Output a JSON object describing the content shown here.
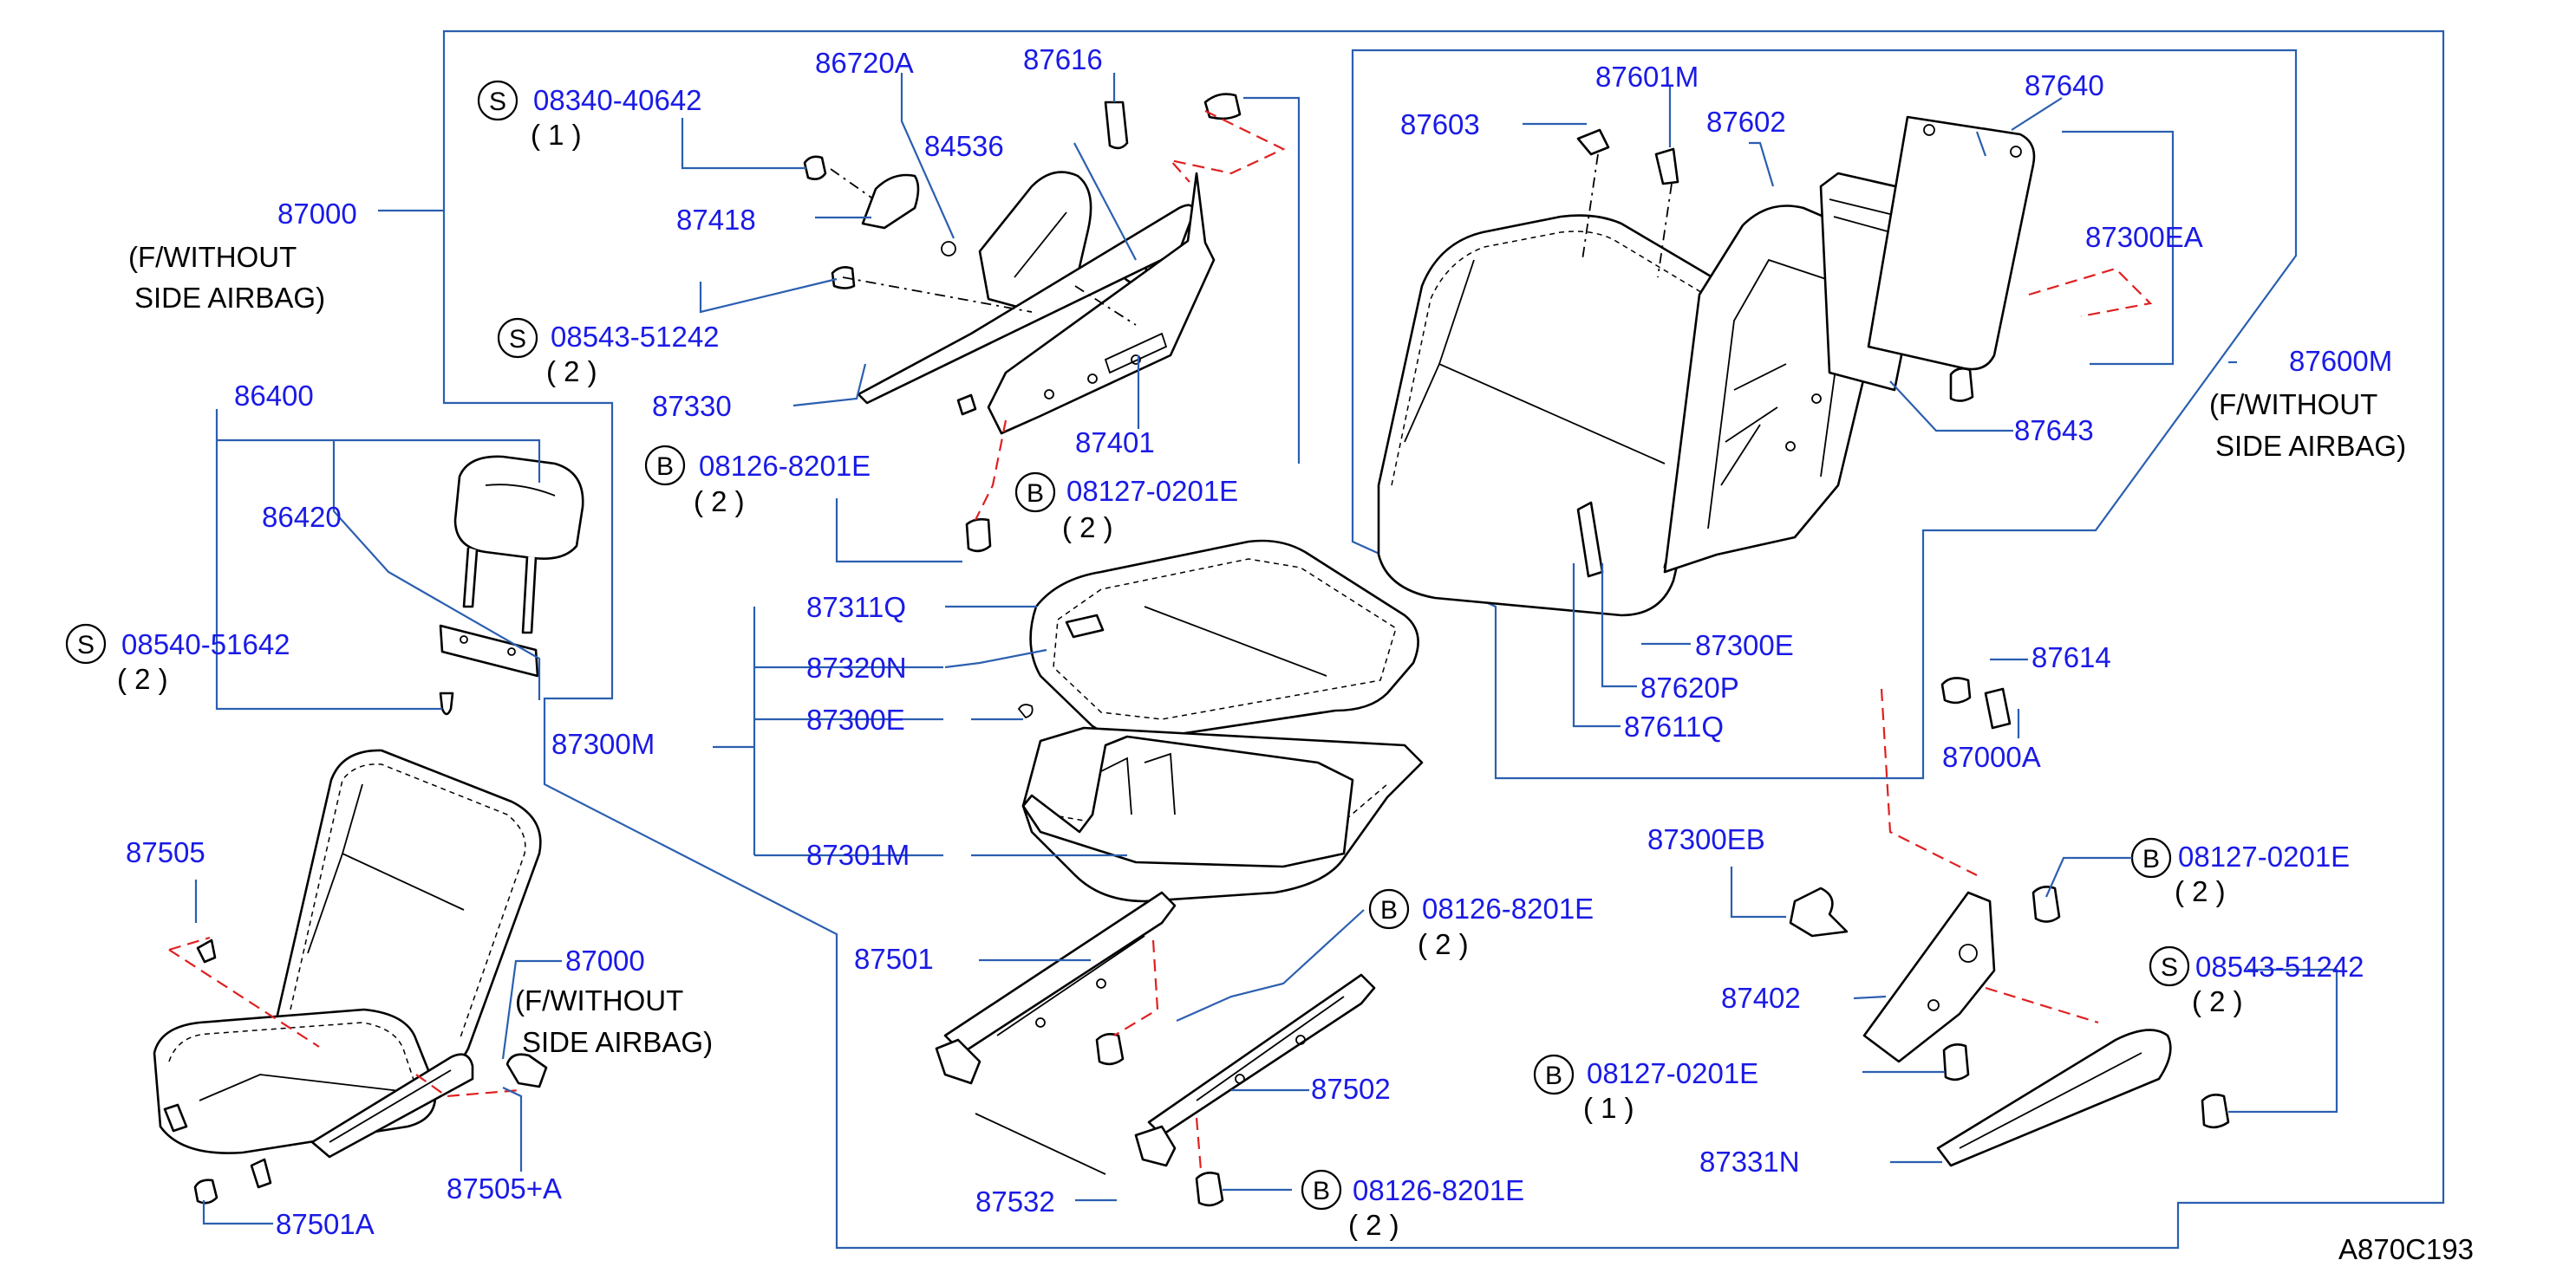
{
  "diagram": {
    "ref_code": "A870C193",
    "symbols": {
      "s": "S",
      "b": "B"
    },
    "labels": {
      "l87000_main": "87000",
      "note_main_1": "(F/WITHOUT",
      "note_main_2": "SIDE  AIRBAG)",
      "l08340": "08340-40642",
      "q08340": "( 1 )",
      "l86720a": "86720A",
      "l87616": "87616",
      "l84536": "84536",
      "l87418": "87418",
      "l08543_top": "08543-51242",
      "q08543_top": "( 2 )",
      "l87330": "87330",
      "l87401": "87401",
      "l08126_top": "08126-8201E",
      "q08126_top": "( 2 )",
      "l08127_top": "08127-0201E",
      "q08127_top": "( 2 )",
      "l86400": "86400",
      "l86420": "86420",
      "l08540": "08540-51642",
      "q08540": "( 2 )",
      "l87311q": "87311Q",
      "l87320n": "87320N",
      "l87300e_seat": "87300E",
      "l87300m": "87300M",
      "l87301m": "87301M",
      "l87505": "87505",
      "l87000_low": "87000",
      "note_low_1": "(F/WITHOUT",
      "note_low_2": "SIDE  AIRBAG)",
      "l87505a": "87505+A",
      "l87501a": "87501A",
      "l87501": "87501",
      "l08126_mid": "08126-8201E",
      "q08126_mid": "( 2 )",
      "l87502": "87502",
      "l87532": "87532",
      "l08126_bot": "08126-8201E",
      "q08126_bot": "( 2 )",
      "l87603": "87603",
      "l87601m": "87601M",
      "l87602": "87602",
      "l87640": "87640",
      "l87300ea": "87300EA",
      "l87600m": "87600M",
      "note_back_1": "(F/WITHOUT",
      "note_back_2": "SIDE  AIRBAG)",
      "l87643": "87643",
      "l87300e_back": "87300E",
      "l87620p": "87620P",
      "l87611q": "87611Q",
      "l87614": "87614",
      "l87000a": "87000A",
      "l87300eb": "87300EB",
      "l08127_right": "08127-0201E",
      "q08127_right": "( 2 )",
      "l08543_right": "08543-51242",
      "q08543_right": "( 2 )",
      "l87402": "87402",
      "l08127_low": "08127-0201E",
      "q08127_low": "( 1 )",
      "l87331n": "87331N"
    }
  }
}
